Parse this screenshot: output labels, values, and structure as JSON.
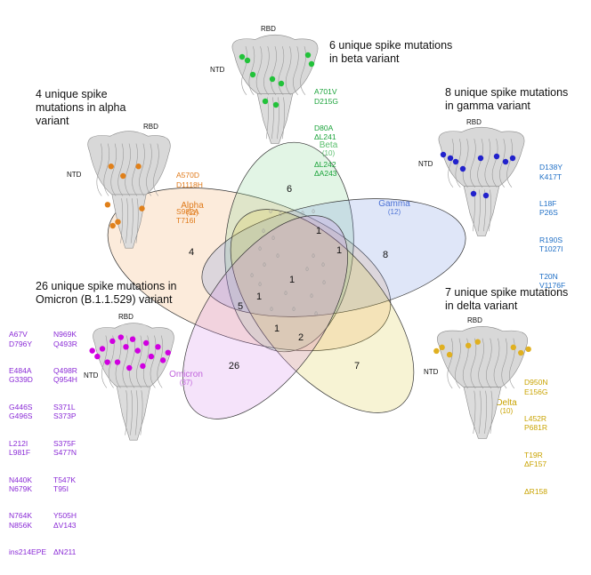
{
  "colors": {
    "alpha": "#f0a25a",
    "beta": "#7bd08a",
    "gamma": "#6d8fe0",
    "delta": "#d9c93a",
    "omicron": "#d07ee6",
    "alpha_text": "#e07a1a",
    "beta_text": "#1aa33a",
    "gamma_text": "#1f6fc6",
    "delta_text": "#c9a300",
    "omicron_text": "#8a2ad6"
  },
  "sets": [
    {
      "key": "alpha",
      "name": "Alpha",
      "count": "(11)"
    },
    {
      "key": "beta",
      "name": "Beta",
      "count": "(10)"
    },
    {
      "key": "gamma",
      "name": "Gamma",
      "count": "(12)"
    },
    {
      "key": "delta",
      "name": "Delta",
      "count": "(10)"
    },
    {
      "key": "omicron",
      "name": "Omicron",
      "count": "(37)"
    }
  ],
  "regions": [
    {
      "id": "alpha-only",
      "value": "4"
    },
    {
      "id": "beta-only",
      "value": "6"
    },
    {
      "id": "gamma-only",
      "value": "8"
    },
    {
      "id": "delta-only",
      "value": "7"
    },
    {
      "id": "omicron-only",
      "value": "26"
    },
    {
      "id": "all",
      "value": "1"
    },
    {
      "id": "beta-gamma",
      "value": "1"
    },
    {
      "id": "gamma-side",
      "value": "1"
    },
    {
      "id": "alpha-left",
      "value": "1"
    },
    {
      "id": "alpha-omicron",
      "value": "5"
    },
    {
      "id": "omicron-lower",
      "value": "1"
    },
    {
      "id": "delta-omicron",
      "value": "2"
    }
  ],
  "zero": "0",
  "panels": {
    "beta": {
      "title_lines": [
        "6 unique spike mutations",
        "in beta variant"
      ],
      "rbd": "RBD",
      "ntd": "NTD",
      "mutations": [
        "A701V",
        "D215G",
        "D80A",
        "ΔL241",
        "ΔL242",
        "ΔA243"
      ]
    },
    "alpha": {
      "title_lines": [
        "4 unique spike",
        "mutations in alpha",
        "variant"
      ],
      "rbd": "RBD",
      "ntd": "NTD",
      "mutations": [
        "A570D",
        "D1118H",
        "S982A",
        "T716I"
      ]
    },
    "gamma": {
      "title_lines": [
        "8 unique spike mutations",
        "in gamma variant"
      ],
      "rbd": "RBD",
      "ntd": "NTD",
      "mutations": [
        "D138Y",
        "K417T",
        "L18F",
        "P26S",
        "R190S",
        "T1027I",
        "T20N",
        "V1176F"
      ]
    },
    "omicron": {
      "title_lines": [
        "26 unique spike mutations in",
        "Omicron (B.1.1.529) variant"
      ],
      "rbd": "RBD",
      "ntd": "NTD",
      "mutations_col1": [
        "A67V",
        "D796Y",
        "E484A",
        "G339D",
        "G446S",
        "G496S",
        "L212I",
        "L981F",
        "N440K",
        "N679K",
        "N764K",
        "N856K",
        "ins214EPE"
      ],
      "mutations_col2": [
        "N969K",
        "Q493R",
        "Q498R",
        "Q954H",
        "S371L",
        "S373P",
        "S375F",
        "S477N",
        "T547K",
        "T95I",
        "Y505H",
        "ΔV143",
        "ΔN211"
      ]
    },
    "delta": {
      "title_lines": [
        "7 unique spike mutations",
        "in delta variant"
      ],
      "rbd": "RBD",
      "ntd": "NTD",
      "mutations": [
        "D950N",
        "E156G",
        "L452R",
        "P681R",
        "T19R",
        "ΔF157",
        "ΔR158"
      ]
    }
  }
}
